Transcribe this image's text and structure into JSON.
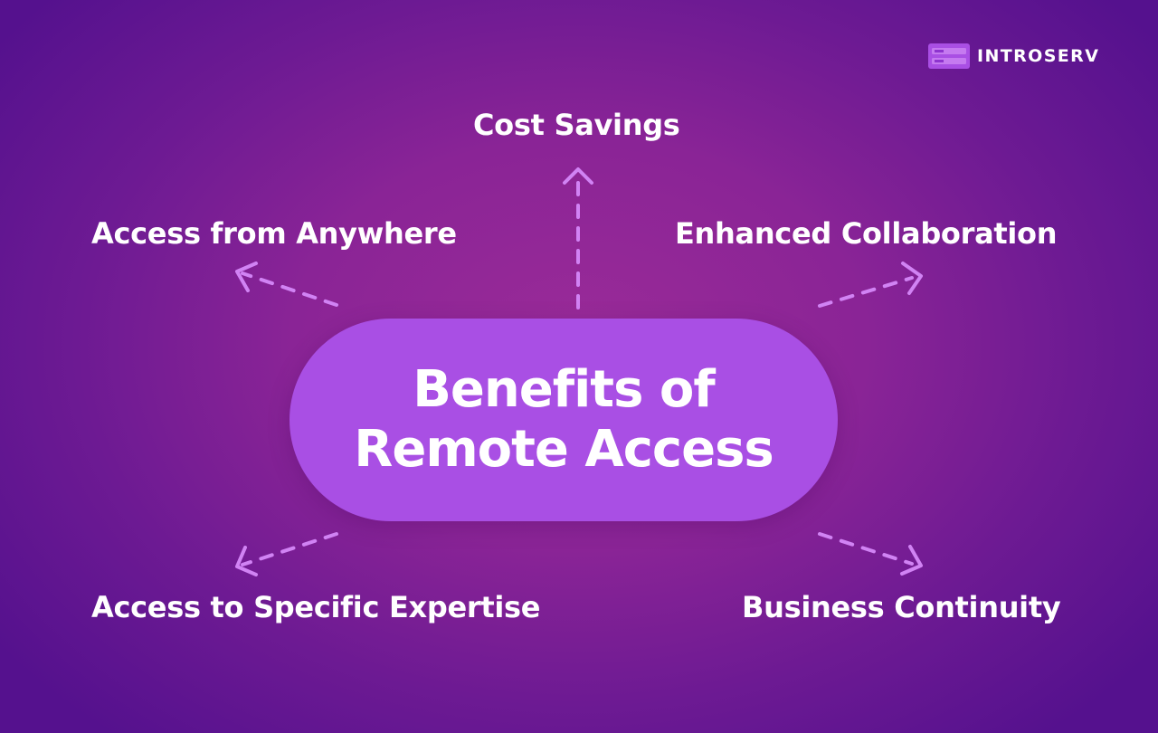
{
  "brand": {
    "name": "INTROSERV",
    "accent_color": "#a94fe4"
  },
  "center": {
    "line1": "Benefits of",
    "line2": "Remote Access"
  },
  "benefits": [
    {
      "id": "cost",
      "label": "Cost Savings",
      "direction": "up"
    },
    {
      "id": "anywhere",
      "label": "Access from Anywhere",
      "direction": "up-left"
    },
    {
      "id": "collab",
      "label": "Enhanced Collaboration",
      "direction": "up-right"
    },
    {
      "id": "expertise",
      "label": "Access to Specific Expertise",
      "direction": "down-left"
    },
    {
      "id": "continuity",
      "label": "Business Continuity",
      "direction": "down-right"
    }
  ],
  "colors": {
    "background_center": "#9a2b98",
    "background_edge": "#55118e",
    "arrow": "#d183f4",
    "text": "#ffffff"
  }
}
